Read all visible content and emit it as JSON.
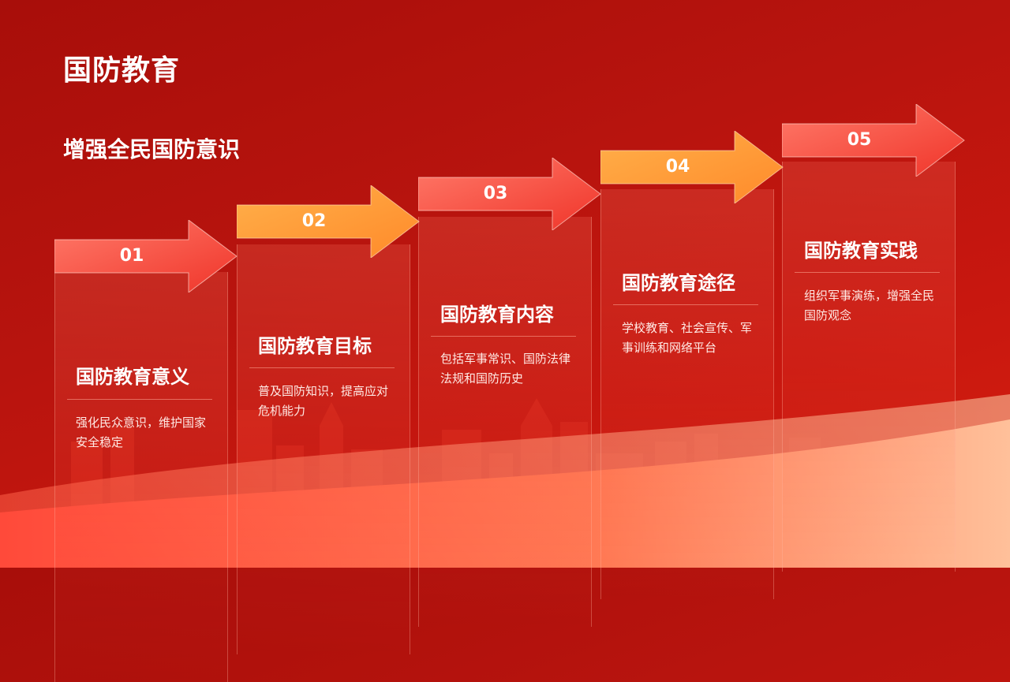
{
  "title": "国防教育",
  "subtitle": "增强全民国防意识",
  "colors": {
    "arrow_red": "#ff5a4a",
    "arrow_orange": "#ffa23a",
    "background": "#b8140e",
    "wave": "#ff8a5c"
  },
  "steps": [
    {
      "num": "01",
      "title": "国防教育意义",
      "desc": "强化民众意识，维护国家安全稳定",
      "color": "red"
    },
    {
      "num": "02",
      "title": "国防教育目标",
      "desc": "普及国防知识，提高应对危机能力",
      "color": "orange"
    },
    {
      "num": "03",
      "title": "国防教育内容",
      "desc": "包括军事常识、国防法律法规和国防历史",
      "color": "red"
    },
    {
      "num": "04",
      "title": "国防教育途径",
      "desc": "学校教育、社会宣传、军事训练和网络平台",
      "color": "orange"
    },
    {
      "num": "05",
      "title": "国防教育实践",
      "desc": "组织军事演练，增强全民国防观念",
      "color": "red"
    }
  ]
}
